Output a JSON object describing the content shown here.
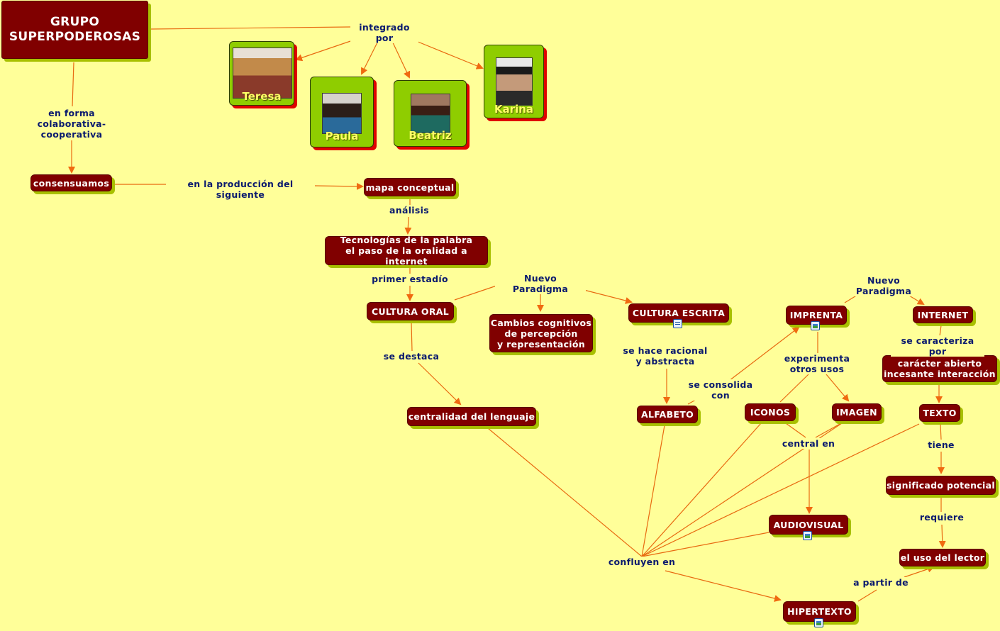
{
  "nodes": {
    "grupo": "GRUPO\nSUPERPODEROSAS",
    "consensuamos": "consensuamos",
    "mapa": "mapa conceptual",
    "tecnologias": "Tecnologías de la palabra\nel paso de la oralidad a internet",
    "cultura_oral": "CULTURA ORAL",
    "cambios": "Cambios cognitivos\nde percepción\ny representación",
    "cultura_escrita": "CULTURA ESCRITA",
    "imprenta": "IMPRENTA",
    "internet": "INTERNET",
    "caracter": "carácter abierto\nincesante interacción",
    "texto": "TEXTO",
    "centralidad": "centralidad del lenguaje",
    "alfabeto": "ALFABETO",
    "iconos": "ICONOS",
    "imagen": "IMAGEN",
    "significado": "significado potencial",
    "audiovisual": "AUDIOVISUAL",
    "uso_lector": "el uso del lector",
    "hipertexto": "HIPERTEXTO"
  },
  "members": [
    {
      "name": "Teresa"
    },
    {
      "name": "Paula"
    },
    {
      "name": "Beatriz"
    },
    {
      "name": "Karina"
    }
  ],
  "links": {
    "integrado_por": "integrado por",
    "en_forma": "en forma\ncolaborativa-\ncooperativa",
    "en_la_produccion": "en la producción del siguiente",
    "analisis": "análisis",
    "primer_estadio": "primer estadío",
    "nuevo_paradigma_1": "Nuevo Paradigma",
    "nuevo_paradigma_2": "Nuevo Paradigma",
    "se_destaca": "se destaca",
    "se_hace_racional": "se hace racional\ny abstracta",
    "se_consolida_con": "se consolida con",
    "experimenta": "experimenta\notros usos",
    "se_caracteriza_por": "se caracteriza por",
    "central_en": "central en",
    "tiene": "tiene",
    "requiere": "requiere",
    "confluyen_en": "confluyen en",
    "a_partir_de": "a partir de"
  },
  "colors": {
    "background": "#ffff99",
    "node_fill": "#800000",
    "node_shadow": "#a8c000",
    "photo_fill": "#8fcd00",
    "photo_shadow": "#e00000",
    "link_text": "#0a1a6e",
    "connector": "#e86a10"
  }
}
